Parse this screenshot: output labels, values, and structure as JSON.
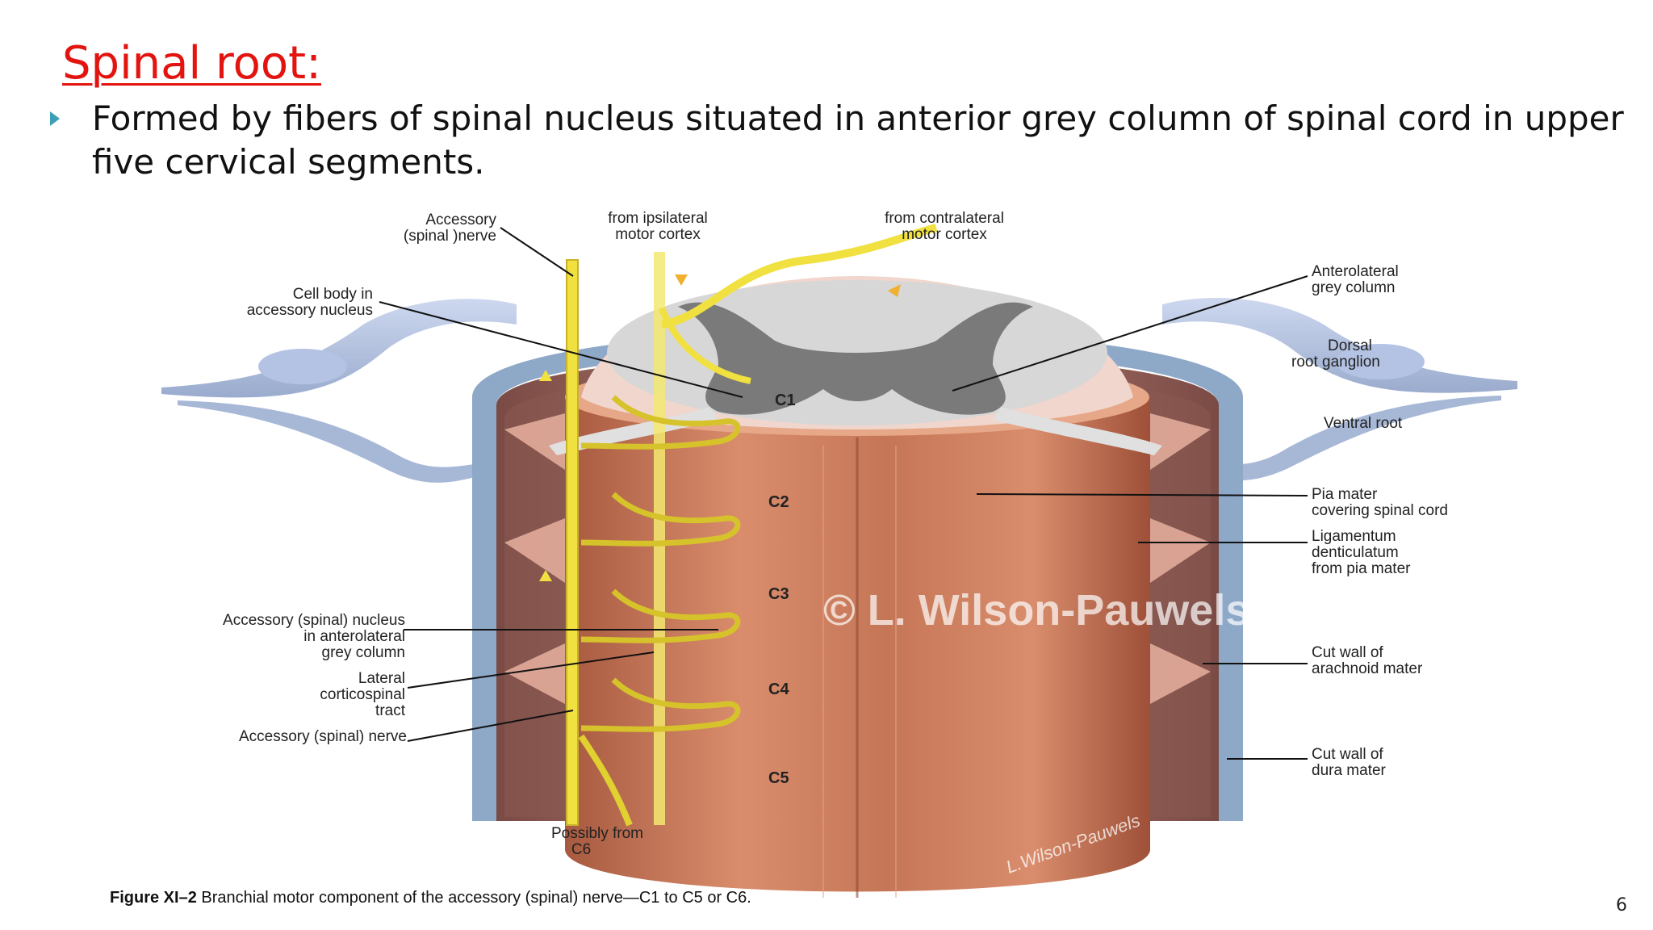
{
  "slide": {
    "title": "Spinal root:",
    "bullet": "Formed by fibers of spinal nucleus situated in anterior grey column of spinal cord in upper five cervical segments.",
    "page_number": "6"
  },
  "figure": {
    "labels": {
      "accessory_nerve_top_1": "Accessory",
      "accessory_nerve_top_2": "(spinal )nerve",
      "ipsilateral_1": "from ipsilateral",
      "ipsilateral_2": "motor cortex",
      "contralateral_1": "from contralateral",
      "contralateral_2": "motor cortex",
      "cell_body_1": "Cell body in",
      "cell_body_2": "accessory nucleus",
      "anterolateral_1": "Anterolateral",
      "anterolateral_2": "grey column",
      "dorsal_1": "Dorsal",
      "dorsal_2": "root ganglion",
      "ventral": "Ventral root",
      "pia_1": "Pia mater",
      "pia_2": "covering spinal cord",
      "lig_1": "Ligamentum",
      "lig_2": "denticulatum",
      "lig_3": "from pia mater",
      "arachnoid_1": "Cut wall of",
      "arachnoid_2": "arachnoid mater",
      "dura_1": "Cut wall of",
      "dura_2": "dura mater",
      "nucleus_1": "Accessory (spinal) nucleus",
      "nucleus_2": "in anterolateral",
      "nucleus_3": "grey column",
      "lateral_1": "Lateral",
      "lateral_2": "corticospinal",
      "lateral_3": "tract",
      "accessory_nerve_bottom": "Accessory (spinal) nerve",
      "possibly_1": "Possibly from",
      "possibly_2": "C6",
      "c1": "C1",
      "c2": "C2",
      "c3": "C3",
      "c4": "C4",
      "c5": "C5",
      "copyright": "© L. Wilson-Pauwels",
      "signature": "L.Wilson-Pauwels",
      "caption_bold": "Figure XI–2",
      "caption": " Branchial motor component of the accessory (spinal) nerve—C1 to C5 or C6."
    }
  },
  "colors": {
    "title": "#e3140f",
    "bullet_icon": "#3b9fb5",
    "nerve": "#f0e040",
    "cord": "#c97a5c",
    "dura": "#8ea8c8"
  }
}
